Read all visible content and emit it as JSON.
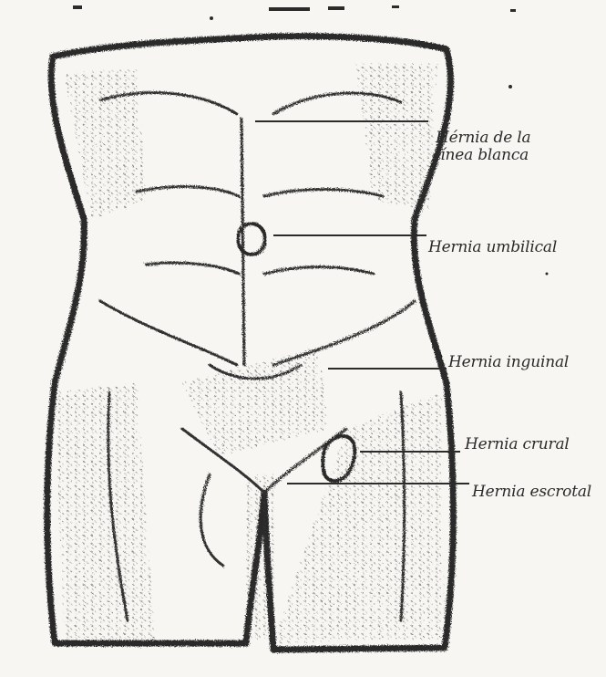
{
  "labels": [
    {
      "id": "linea-blanca",
      "lines": [
        "Hérnia de la",
        "línea blanca"
      ]
    },
    {
      "id": "umbilical",
      "lines": [
        "Hernia umbilical"
      ]
    },
    {
      "id": "inguinal",
      "lines": [
        "Hernia inguinal"
      ]
    },
    {
      "id": "crural",
      "lines": [
        "Hernia crural"
      ]
    },
    {
      "id": "escrotal",
      "lines": [
        "Hernia escrotal"
      ]
    }
  ],
  "colors": {
    "ink": "#2a2a2a",
    "paper": "#f7f6f2"
  }
}
